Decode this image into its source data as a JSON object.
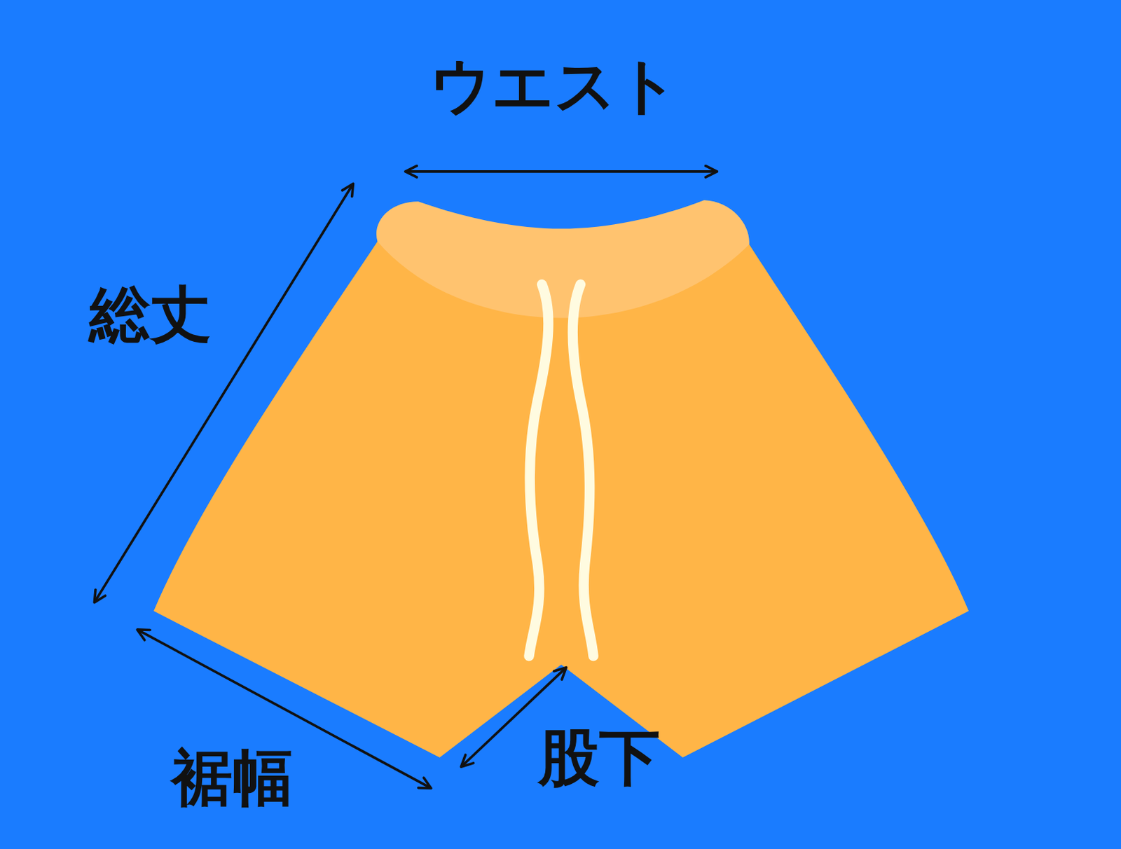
{
  "diagram": {
    "labels": [
      "ウエスト",
      "総丈",
      "裾幅",
      "股下"
    ]
  }
}
